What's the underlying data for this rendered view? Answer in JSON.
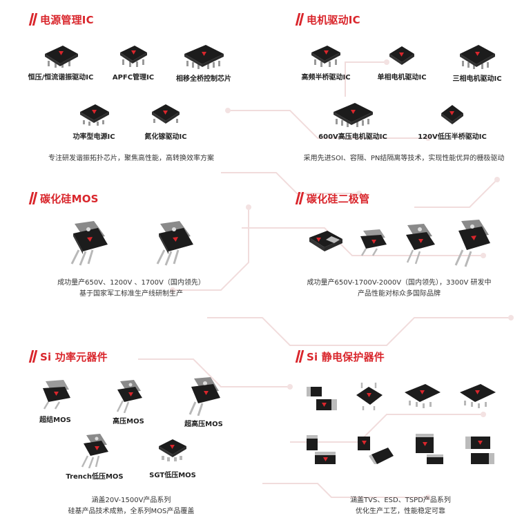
{
  "colors": {
    "accent": "#d9262c",
    "chip": "#1c1c1c",
    "circuit": "#f2dede"
  },
  "sections": {
    "power_ic": {
      "title": "电源管理IC",
      "items": [
        "恒压/恒流谐振驱动IC",
        "APFC管理IC",
        "相移全桥控制芯片",
        "功率型电源IC",
        "氮化镓驱动IC"
      ],
      "desc": [
        "专注研发谐振拓扑芯片，聚焦高性能，高转换效率方案"
      ]
    },
    "motor_ic": {
      "title": "电机驱动IC",
      "items": [
        "高频半桥驱动IC",
        "单相电机驱动IC",
        "三相电机驱动IC",
        "600V高压电机驱动IC",
        "120V低压半桥驱动IC"
      ],
      "desc": [
        "采用先进SOI、容隔、PN结隔离等技术，实现性能优异的栅极驱动"
      ]
    },
    "sic_mos": {
      "title": "碳化硅MOS",
      "desc": [
        "成功量产650V、1200V 、1700V（国内领先）",
        "基于国家军工标准生产线研制生产"
      ]
    },
    "sic_diode": {
      "title": "碳化硅二极管",
      "desc": [
        "成功量产650V-1700V-2000V（国内领先），3300V 研发中",
        "产品性能对标众多国际品牌"
      ]
    },
    "si_power": {
      "title": "Si 功率元器件",
      "items": [
        "超结MOS",
        "高压MOS",
        "超高压MOS",
        "Trench低压MOS",
        "SGT低压MOS"
      ],
      "desc": [
        "涵盖20V-1500V产品系列",
        "硅基产品技术成熟，全系列MOS产品覆盖"
      ]
    },
    "si_esd": {
      "title": "Si 静电保护器件",
      "desc": [
        "涵盖TVS、ESD、TSPD产品系列",
        "优化生产工艺，性能稳定可靠"
      ]
    }
  }
}
